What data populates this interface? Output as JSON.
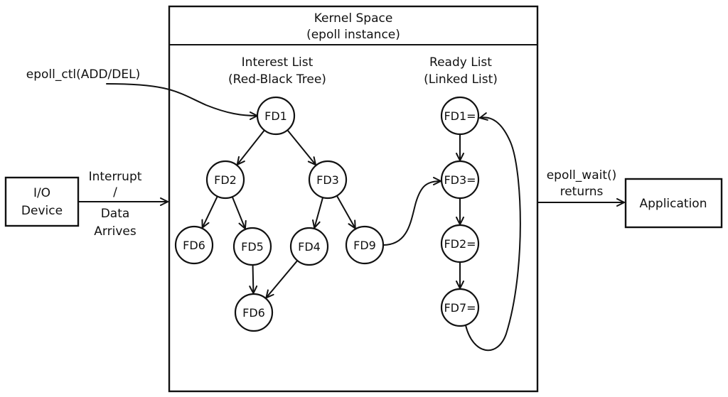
{
  "kernel": {
    "title_line1": "Kernel Space",
    "title_line2": "(epoll instance)"
  },
  "interest_list": {
    "title_line1": "Interest List",
    "title_line2": "(Red-Black Tree)",
    "nodes": [
      {
        "id": "i1",
        "label": "FD1"
      },
      {
        "id": "i2",
        "label": "FD2"
      },
      {
        "id": "i3",
        "label": "FD3"
      },
      {
        "id": "i6a",
        "label": "FD6"
      },
      {
        "id": "i5",
        "label": "FD5"
      },
      {
        "id": "i4",
        "label": "FD4"
      },
      {
        "id": "i9",
        "label": "FD9"
      },
      {
        "id": "i6b",
        "label": "FD6"
      }
    ],
    "edges": [
      [
        "i1",
        "i2"
      ],
      [
        "i1",
        "i3"
      ],
      [
        "i2",
        "i6a"
      ],
      [
        "i2",
        "i5"
      ],
      [
        "i3",
        "i4"
      ],
      [
        "i3",
        "i9"
      ],
      [
        "i5",
        "i6b"
      ],
      [
        "i4",
        "i6b"
      ]
    ]
  },
  "ready_list": {
    "title_line1": "Ready List",
    "title_line2": "(Linked List)",
    "nodes": [
      {
        "id": "r1",
        "label": "FD1="
      },
      {
        "id": "r3",
        "label": "FD3="
      },
      {
        "id": "r2",
        "label": "FD2="
      },
      {
        "id": "r7",
        "label": "FD7="
      }
    ],
    "edges": [
      [
        "r1",
        "r3"
      ],
      [
        "r3",
        "r2"
      ],
      [
        "r2",
        "r7"
      ],
      [
        "r7",
        "r1"
      ]
    ]
  },
  "io_device": {
    "line1": "I/O",
    "line2": "Device"
  },
  "io_arrow_label": {
    "line1": "Interrupt",
    "line2": "/",
    "line3": "Data",
    "line4": "Arrives"
  },
  "epoll_ctl_label": "epoll_ctl(ADD/DEL)",
  "epoll_wait_label": {
    "line1": "epoll_wait()",
    "line2": "returns"
  },
  "application": {
    "label": "Application"
  },
  "cross_links": [
    [
      "i9",
      "r3"
    ]
  ]
}
